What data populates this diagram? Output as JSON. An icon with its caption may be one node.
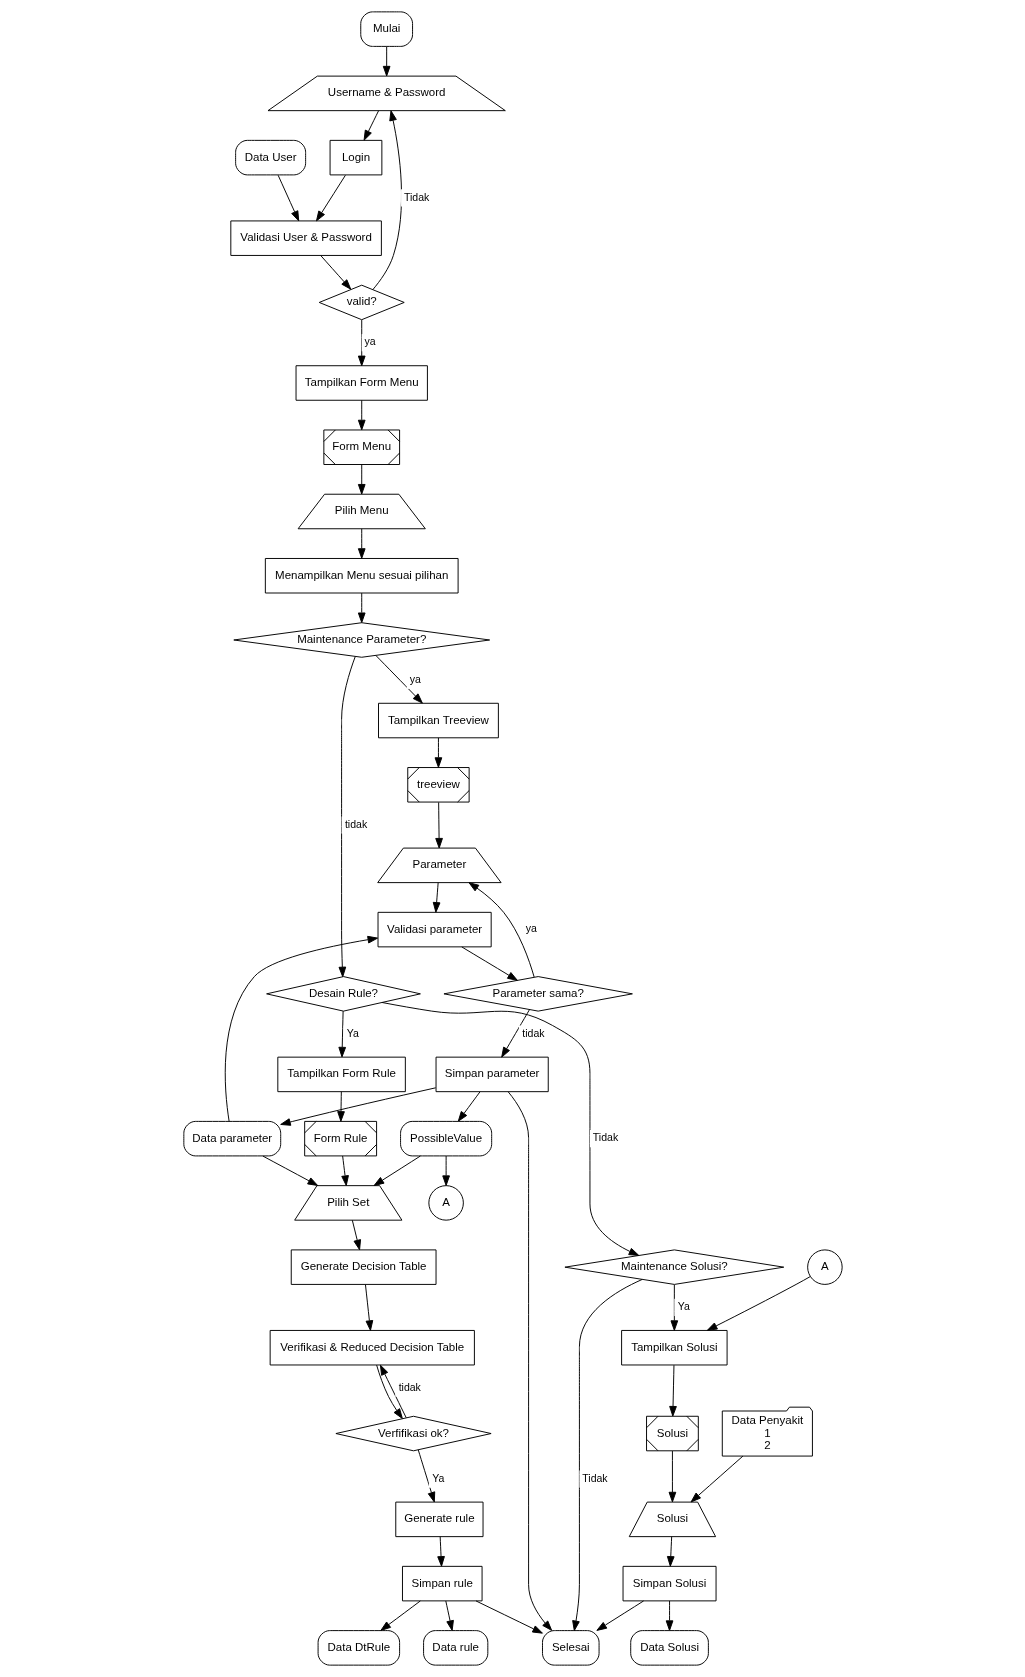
{
  "diagram": {
    "nodes": [
      {
        "text": [
          "Mulai"
        ]
      },
      {
        "text": [
          "Username & Password"
        ]
      },
      {
        "text": [
          "Login"
        ]
      },
      {
        "text": [
          "Data User"
        ]
      },
      {
        "text": [
          "Validasi User & Password"
        ]
      },
      {
        "text": [
          "valid?"
        ]
      },
      {
        "text": [
          "Tampilkan Form Menu"
        ]
      },
      {
        "text": [
          "Form Menu"
        ]
      },
      {
        "text": [
          "Pilih Menu"
        ]
      },
      {
        "text": [
          "Menampilkan Menu sesuai pilihan"
        ]
      },
      {
        "text": [
          "Maintenance Parameter?"
        ]
      },
      {
        "text": [
          "Tampilkan Treeview"
        ]
      },
      {
        "text": [
          "treeview"
        ]
      },
      {
        "text": [
          "Parameter"
        ]
      },
      {
        "text": [
          "Validasi parameter"
        ]
      },
      {
        "text": [
          "Parameter sama?"
        ]
      },
      {
        "text": [
          "Simpan parameter"
        ]
      },
      {
        "text": [
          "Data parameter"
        ]
      },
      {
        "text": [
          "PossibleValue"
        ]
      },
      {
        "text": [
          "Desain Rule?"
        ]
      },
      {
        "text": [
          "Tampilkan Form Rule"
        ]
      },
      {
        "text": [
          "Form Rule"
        ]
      },
      {
        "text": [
          "Pilih Set"
        ]
      },
      {
        "text": [
          "Generate Decision Table"
        ]
      },
      {
        "text": [
          "Verifikasi & Reduced Decision Table"
        ]
      },
      {
        "text": [
          "Verfifikasi ok?"
        ]
      },
      {
        "text": [
          "Generate rule"
        ]
      },
      {
        "text": [
          "Simpan rule"
        ]
      },
      {
        "text": [
          "Data rule"
        ]
      },
      {
        "text": [
          "Data DtRule"
        ]
      },
      {
        "text": [
          "A"
        ]
      },
      {
        "text": [
          "A"
        ]
      },
      {
        "text": [
          "Maintenance Solusi?"
        ]
      },
      {
        "text": [
          "Tampilkan Solusi"
        ]
      },
      {
        "text": [
          "Solusi"
        ]
      },
      {
        "text": [
          "Solusi"
        ]
      },
      {
        "text": [
          "Data Penyakit",
          "1",
          "2"
        ]
      },
      {
        "text": [
          "Simpan Solusi"
        ]
      },
      {
        "text": [
          "Data Solusi"
        ]
      },
      {
        "text": [
          "Selesai"
        ]
      }
    ],
    "edges": [
      {
        "from": 0,
        "to": 1,
        "arrow": "to"
      },
      {
        "from": 1,
        "to": 2,
        "arrow": "to"
      },
      {
        "from": 2,
        "to": 4,
        "arrow": "to"
      },
      {
        "from": 3,
        "to": 4,
        "arrow": "to"
      },
      {
        "from": 4,
        "to": 5,
        "arrow": "to"
      },
      {
        "from": 5,
        "to": 6,
        "arrow": "to",
        "label": "ya"
      },
      {
        "from": 5,
        "to": 1,
        "arrow": "to",
        "label": "Tidak"
      },
      {
        "from": 6,
        "to": 7,
        "arrow": "to"
      },
      {
        "from": 7,
        "to": 8,
        "arrow": "to"
      },
      {
        "from": 8,
        "to": 9,
        "arrow": "to"
      },
      {
        "from": 9,
        "to": 10,
        "arrow": "to"
      },
      {
        "from": 10,
        "to": 11,
        "arrow": "to",
        "label": "ya"
      },
      {
        "from": 11,
        "to": 12,
        "arrow": "to"
      },
      {
        "from": 12,
        "to": 13,
        "arrow": "to"
      },
      {
        "from": 13,
        "to": 14,
        "arrow": "to"
      },
      {
        "from": 14,
        "to": 15,
        "arrow": "to"
      },
      {
        "from": 15,
        "to": 13,
        "arrow": "to",
        "label": "ya"
      },
      {
        "from": 15,
        "to": 16,
        "arrow": "to",
        "label": "tidak"
      },
      {
        "from": 16,
        "to": 17,
        "arrow": "to"
      },
      {
        "from": 16,
        "to": 18,
        "arrow": "to"
      },
      {
        "from": 17,
        "to": 14,
        "arrow": "to"
      },
      {
        "from": 17,
        "to": 22,
        "arrow": "to"
      },
      {
        "from": 18,
        "to": 22,
        "arrow": "to"
      },
      {
        "from": 18,
        "to": 30,
        "arrow": "to"
      },
      {
        "from": 10,
        "to": 19,
        "arrow": "to",
        "label": "tidak"
      },
      {
        "from": 19,
        "to": 20,
        "arrow": "to",
        "label": "Ya"
      },
      {
        "from": 19,
        "to": 32,
        "arrow": "to",
        "label": "Tidak"
      },
      {
        "from": 20,
        "to": 21,
        "arrow": "to"
      },
      {
        "from": 21,
        "to": 22,
        "arrow": "to"
      },
      {
        "from": 22,
        "to": 23,
        "arrow": "to"
      },
      {
        "from": 23,
        "to": 24,
        "arrow": "to"
      },
      {
        "from": 24,
        "to": 25,
        "arrow": "to"
      },
      {
        "from": 25,
        "to": 24,
        "arrow": "to",
        "label": "tidak"
      },
      {
        "from": 25,
        "to": 26,
        "arrow": "to",
        "label": "Ya"
      },
      {
        "from": 26,
        "to": 27,
        "arrow": "to"
      },
      {
        "from": 27,
        "to": 28,
        "arrow": "to"
      },
      {
        "from": 27,
        "to": 29,
        "arrow": "to"
      },
      {
        "from": 31,
        "to": 33,
        "arrow": "to"
      },
      {
        "from": 32,
        "to": 33,
        "arrow": "to",
        "label": "Ya"
      },
      {
        "from": 33,
        "to": 34,
        "arrow": "to"
      },
      {
        "from": 34,
        "to": 35,
        "arrow": "to"
      },
      {
        "from": 36,
        "to": 35,
        "arrow": "to"
      },
      {
        "from": 35,
        "to": 37,
        "arrow": "to"
      },
      {
        "from": 37,
        "to": 38,
        "arrow": "to"
      },
      {
        "from": 32,
        "to": 39,
        "arrow": "to",
        "label": "Tidak"
      },
      {
        "from": 37,
        "to": 39,
        "arrow": "to"
      },
      {
        "from": 27,
        "to": 39,
        "arrow": "to"
      },
      {
        "from": 16,
        "to": 39,
        "arrow": "to"
      }
    ]
  }
}
